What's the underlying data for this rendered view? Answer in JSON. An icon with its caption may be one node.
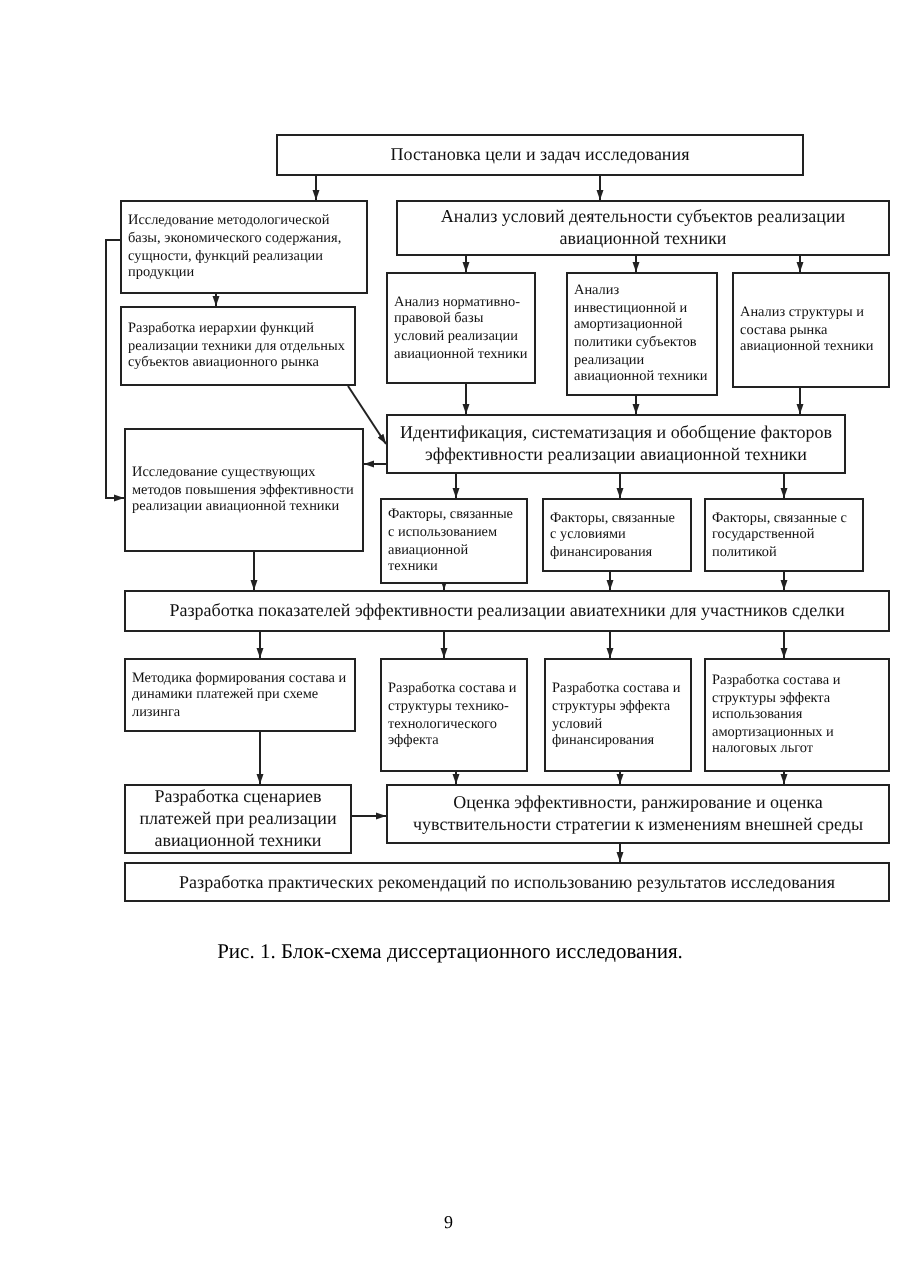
{
  "diagram": {
    "caption": "Рис. 1. Блок-схема диссертационного исследования.",
    "nodes": [
      {
        "text": [
          "Постановка цели и задач исследования"
        ]
      },
      {
        "text": [
          "Исследование методологической базы, экономического содержания, сущности, функций реализации продукции"
        ]
      },
      {
        "text": [
          "Анализ условий деятельности субъектов реализации авиационной техники"
        ]
      },
      {
        "text": [
          "Анализ нормативно-правовой базы условий реализации авиационной техники"
        ]
      },
      {
        "text": [
          "Анализ инвестиционной и амортизационной политики субъектов реализации авиационной техники"
        ]
      },
      {
        "text": [
          "Анализ структуры и состава рынка авиационной техники"
        ]
      },
      {
        "text": [
          "Разработка иерархии функций реализации техники для отдельных субъектов авиационного рынка"
        ]
      },
      {
        "text": [
          "Идентификация, систематизация и обобщение факторов эффективности реализации авиационной техники"
        ]
      },
      {
        "text": [
          "Исследование существующих методов повышения эффективности реализации авиационной техники"
        ]
      },
      {
        "text": [
          "Факторы, связанные с использованием авиационной техники"
        ]
      },
      {
        "text": [
          "Факторы, связанные с условиями финансирования"
        ]
      },
      {
        "text": [
          "Факторы, связанные с государственной политикой"
        ]
      },
      {
        "text": [
          "Разработка показателей эффективности реализации авиатехники для участников сделки"
        ]
      },
      {
        "text": [
          "Методика формирования состава и динамики платежей при схеме лизинга"
        ]
      },
      {
        "text": [
          "Разработка состава и структуры технико-технологического эффекта"
        ]
      },
      {
        "text": [
          "Разработка состава и структуры эффекта условий финансирования"
        ]
      },
      {
        "text": [
          "Разработка состава и структуры эффекта использования амортизационных и налоговых льгот"
        ]
      },
      {
        "text": [
          "Разработка сценариев платежей при реализации авиационной техники"
        ]
      },
      {
        "text": [
          "Оценка эффективности, ранжирование и оценка чувствительности стратегии к изменениям внешней среды"
        ]
      },
      {
        "text": [
          "Разработка практических рекомендаций по использованию результатов исследования"
        ]
      }
    ],
    "edges": [
      {
        "from": 0,
        "to": 1,
        "arrow": "to"
      },
      {
        "from": 0,
        "to": 2,
        "arrow": "to"
      },
      {
        "from": 2,
        "to": 3,
        "arrow": "to"
      },
      {
        "from": 2,
        "to": 4,
        "arrow": "to"
      },
      {
        "from": 2,
        "to": 5,
        "arrow": "to"
      },
      {
        "from": 1,
        "to": 6,
        "arrow": "to"
      },
      {
        "from": 1,
        "to": 8,
        "arrow": "to"
      },
      {
        "from": 6,
        "to": 7,
        "arrow": "to"
      },
      {
        "from": 3,
        "to": 7,
        "arrow": "to"
      },
      {
        "from": 4,
        "to": 7,
        "arrow": "to"
      },
      {
        "from": 5,
        "to": 7,
        "arrow": "to"
      },
      {
        "from": 7,
        "to": 8,
        "arrow": "to"
      },
      {
        "from": 7,
        "to": 9,
        "arrow": "to"
      },
      {
        "from": 7,
        "to": 10,
        "arrow": "to"
      },
      {
        "from": 7,
        "to": 11,
        "arrow": "to"
      },
      {
        "from": 8,
        "to": 12,
        "arrow": "to"
      },
      {
        "from": 9,
        "to": 12,
        "arrow": "to"
      },
      {
        "from": 10,
        "to": 12,
        "arrow": "to"
      },
      {
        "from": 11,
        "to": 12,
        "arrow": "to"
      },
      {
        "from": 12,
        "to": 13,
        "arrow": "to"
      },
      {
        "from": 12,
        "to": 14,
        "arrow": "to"
      },
      {
        "from": 12,
        "to": 15,
        "arrow": "to"
      },
      {
        "from": 12,
        "to": 16,
        "arrow": "to"
      },
      {
        "from": 13,
        "to": 17,
        "arrow": "to"
      },
      {
        "from": 17,
        "to": 18,
        "arrow": "to"
      },
      {
        "from": 14,
        "to": 18,
        "arrow": "to"
      },
      {
        "from": 15,
        "to": 18,
        "arrow": "to"
      },
      {
        "from": 16,
        "to": 18,
        "arrow": "to"
      },
      {
        "from": 18,
        "to": 19,
        "arrow": "to"
      }
    ],
    "labels": [
      "9"
    ]
  }
}
